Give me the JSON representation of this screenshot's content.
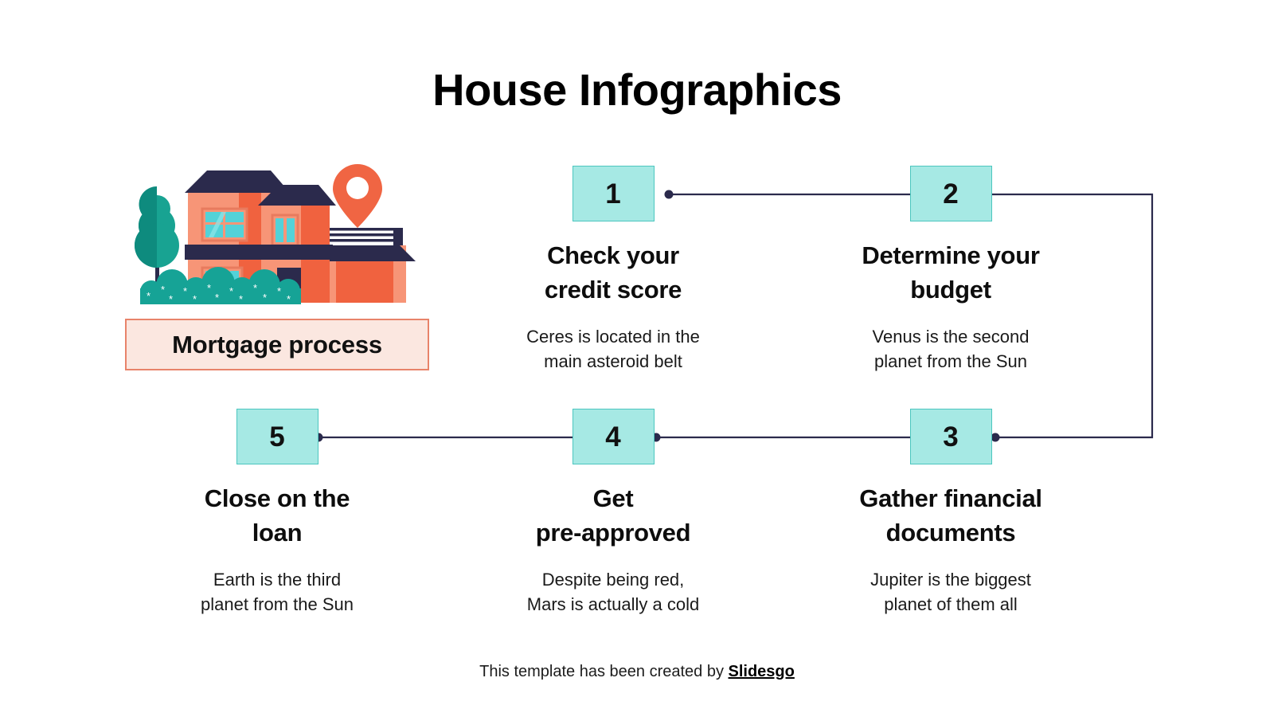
{
  "page": {
    "title": "House Infographics",
    "background_color": "#FFFFFF"
  },
  "illustration": {
    "name": "house-illustration",
    "colors": {
      "roof_navy": "#2B2A4C",
      "wall_salmon": "#F79577",
      "wall_orange": "#F0623F",
      "window_cyan": "#53D2D8",
      "tree_teal_dark": "#0E8B7E",
      "tree_teal_light": "#18A392",
      "bush_teal": "#16A396",
      "pin_orange": "#F06543",
      "pin_inner": "#FFFFFF"
    }
  },
  "mortgage": {
    "label": "Mortgage process",
    "fill_color": "#FBE7E0",
    "border_color": "#E8836A"
  },
  "style": {
    "step_box_fill": "#A6E9E4",
    "step_box_border": "#4CC6BF",
    "connector_color": "#2B2A4C",
    "title_color": "#000000"
  },
  "steps": [
    {
      "number": "1",
      "title": "Check your\ncredit score",
      "title_line1": "Check your",
      "title_line2": "credit score",
      "description_line1": "Ceres is located in the",
      "description_line2": "main asteroid belt"
    },
    {
      "number": "2",
      "title": "Determine your\nbudget",
      "title_line1": "Determine your",
      "title_line2": "budget",
      "description_line1": "Venus is the second",
      "description_line2": "planet from the Sun"
    },
    {
      "number": "3",
      "title": "Gather financial\ndocuments",
      "title_line1": "Gather financial",
      "title_line2": "documents",
      "description_line1": "Jupiter is the biggest",
      "description_line2": "planet of them all"
    },
    {
      "number": "4",
      "title": "Get\npre-approved",
      "title_line1": "Get",
      "title_line2": "pre-approved",
      "description_line1": "Despite being red,",
      "description_line2": "Mars is actually a cold"
    },
    {
      "number": "5",
      "title": "Close on the\nloan",
      "title_line1": "Close on the",
      "title_line2": "loan",
      "description_line1": "Earth is the third",
      "description_line2": "planet from the Sun"
    }
  ],
  "footer": {
    "text": "This template has been created by ",
    "brand": "Slidesgo"
  }
}
